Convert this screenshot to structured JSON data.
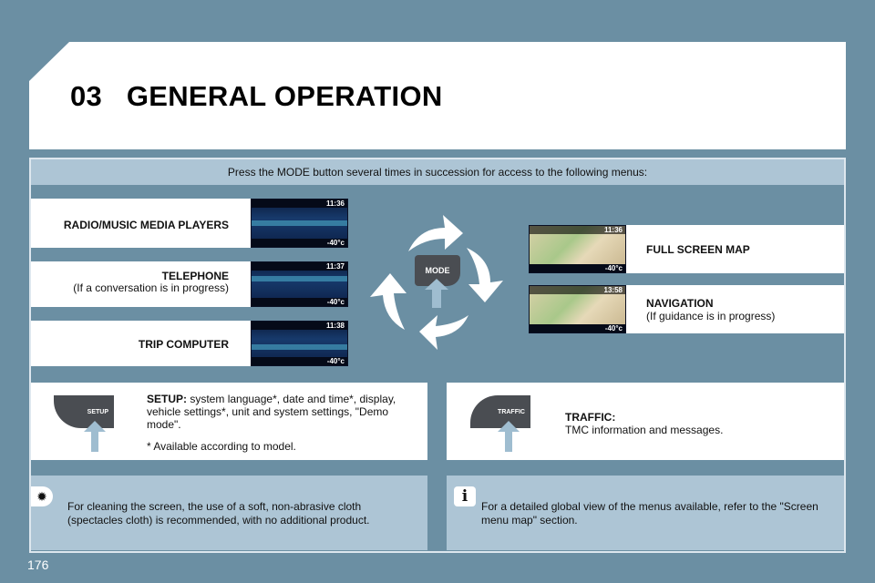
{
  "header": {
    "chapter": "03",
    "title": "GENERAL OPERATION"
  },
  "intro": "Press the MODE button several times in succession for access to the following menus:",
  "menus_left": [
    {
      "label": "RADIO/MUSIC MEDIA PLAYERS",
      "note": "",
      "time": "11:36"
    },
    {
      "label": "TELEPHONE",
      "note": "(If a conversation is in progress)",
      "time": "11:37"
    },
    {
      "label": "TRIP COMPUTER",
      "note": "",
      "time": "11:38"
    }
  ],
  "menus_right": [
    {
      "label": "FULL SCREEN MAP",
      "note": "",
      "time": "11:36"
    },
    {
      "label": "NAVIGATION",
      "note": "(If guidance is in progress)",
      "time": "13:58"
    }
  ],
  "screen_footer": "-40°c",
  "mode_button": "MODE",
  "setup": {
    "button": "SETUP",
    "title": "SETUP:",
    "text": " system language*, date and time*, display, vehicle settings*, unit and system settings, \"Demo mode\".",
    "footnote": "* Available according to model."
  },
  "traffic": {
    "button": "TRAFFIC",
    "title": "TRAFFIC:",
    "text": "TMC information and messages."
  },
  "tip": {
    "text": "For cleaning the screen, the use of a soft, non-abrasive cloth (spectacles cloth) is recommended, with no additional product."
  },
  "info": {
    "text": "For a detailed global view of the menus available, refer to the \"Screen menu map\" section."
  },
  "page_number": "176",
  "colors": {
    "background": "#6b8fa3",
    "light_panel": "#adc5d5"
  }
}
